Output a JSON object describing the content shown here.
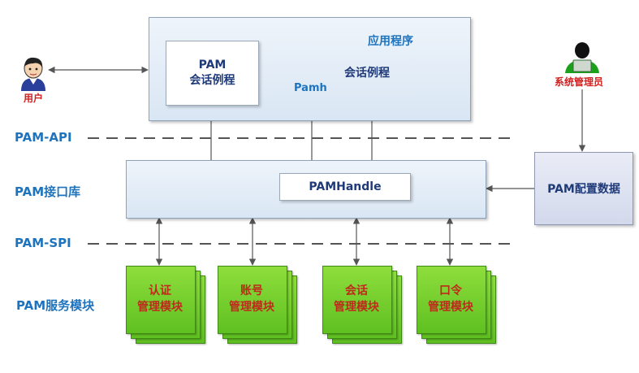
{
  "application": {
    "title": "应用程序",
    "pam_session": [
      "PAM",
      "会话例程"
    ],
    "pamh_label": "Pamh",
    "session_label": "会话例程"
  },
  "layers": {
    "api": "PAM-API",
    "library": "PAM接口库",
    "spi": "PAM-SPI",
    "modules": "PAM服务模块"
  },
  "library": {
    "handle": "PAMHandle"
  },
  "user": {
    "label": "用户"
  },
  "admin": {
    "label": "系统管理员"
  },
  "config": {
    "label": "PAM配置数据"
  },
  "modules": [
    {
      "line1": "认证",
      "line2": "管理模块"
    },
    {
      "line1": "账号",
      "line2": "管理模块"
    },
    {
      "line1": "会话",
      "line2": "管理模块"
    },
    {
      "line1": "口令",
      "line2": "管理模块"
    }
  ],
  "colors": {
    "module_green": "#6ccb2a",
    "label_blue": "#1e73be",
    "label_red": "#d22020",
    "box_blue": "#dce7f3"
  }
}
